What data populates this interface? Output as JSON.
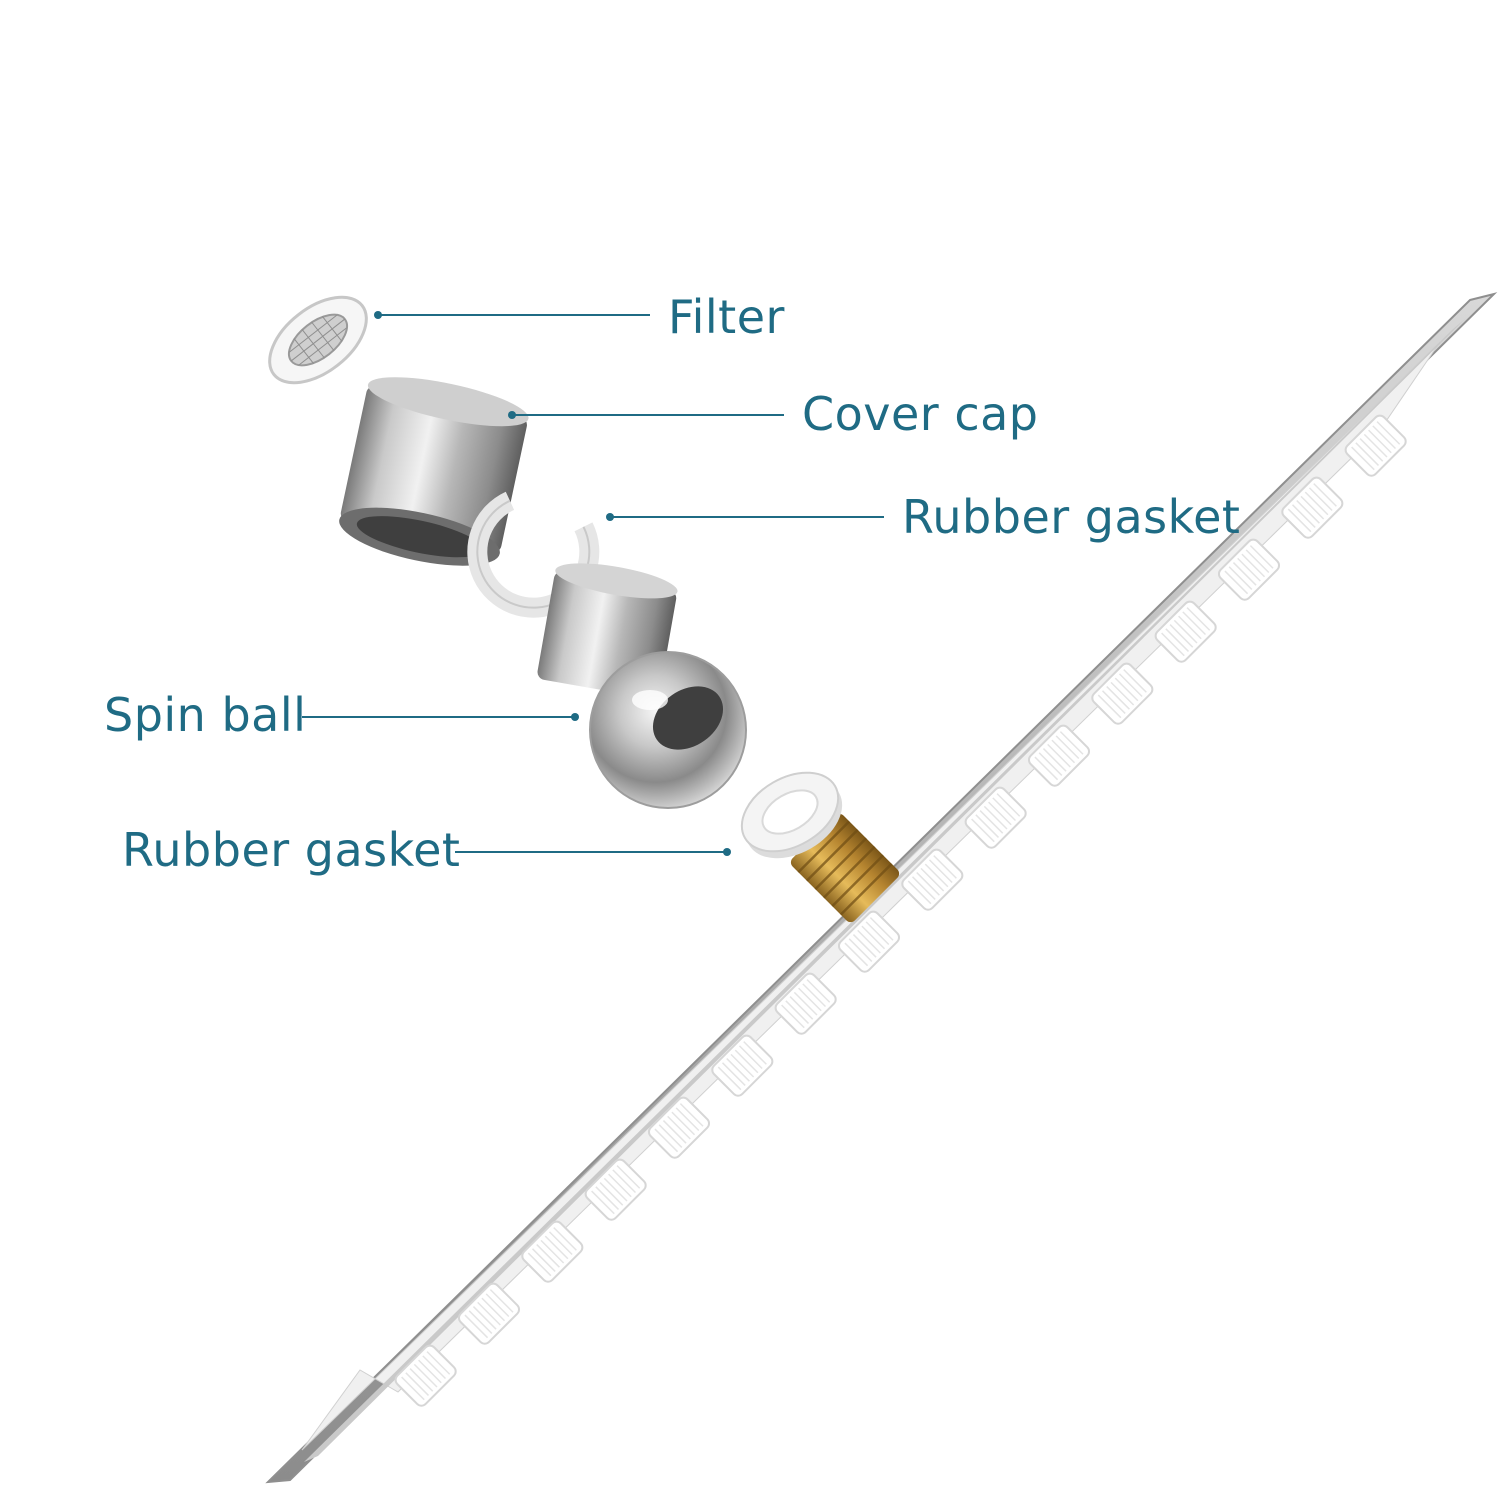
{
  "colors": {
    "label_text": "#1f6b84",
    "leader_line": "#1f6b84",
    "metal_dark": "#6e6e6e",
    "metal_light": "#e9e9e9",
    "rubber": "#f4f4f4",
    "brass": "#c6973a",
    "panel_face": "#f3f3f3",
    "panel_edge": "#9a9a9a",
    "nozzle": "#ffffff"
  },
  "parts": [
    {
      "id": "filter",
      "label": "Filter",
      "icon": "filter-mesh-icon"
    },
    {
      "id": "cover-cap",
      "label": "Cover cap",
      "icon": "cover-cap-icon"
    },
    {
      "id": "rubber-gasket-top",
      "label": "Rubber gasket",
      "icon": "split-ring-gasket-icon"
    },
    {
      "id": "spin-ball",
      "label": "Spin ball",
      "icon": "spin-ball-icon"
    },
    {
      "id": "rubber-gasket-bottom",
      "label": "Rubber gasket",
      "icon": "flat-gasket-icon"
    }
  ]
}
